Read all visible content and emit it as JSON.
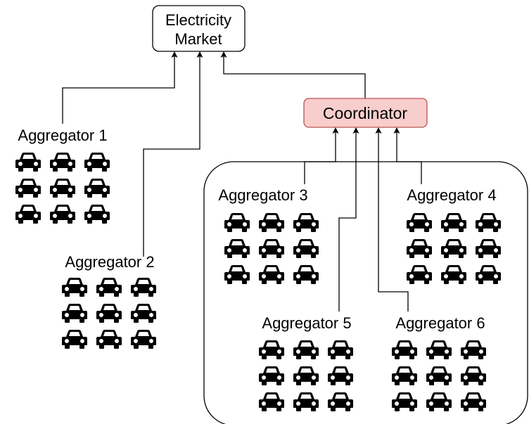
{
  "market": {
    "line1": "Electricity",
    "line2": "Market"
  },
  "coordinator": {
    "label": "Coordinator",
    "fill": "#f8cecc",
    "stroke": "#b85450"
  },
  "aggregators": [
    {
      "id": "agg1",
      "label": "Aggregator 1",
      "cars": 9
    },
    {
      "id": "agg2",
      "label": "Aggregator 2",
      "cars": 9
    },
    {
      "id": "agg3",
      "label": "Aggregator 3",
      "cars": 9
    },
    {
      "id": "agg4",
      "label": "Aggregator 4",
      "cars": 9
    },
    {
      "id": "agg5",
      "label": "Aggregator 5",
      "cars": 9
    },
    {
      "id": "agg6",
      "label": "Aggregator 6",
      "cars": 9
    }
  ],
  "icons": {
    "vehicle": "car-icon",
    "arrow": "arrowhead-up-icon"
  },
  "edges": [
    {
      "from": "agg1",
      "to": "market"
    },
    {
      "from": "agg2",
      "to": "market"
    },
    {
      "from": "coordinator",
      "to": "market"
    },
    {
      "from": "agg3",
      "to": "coordinator"
    },
    {
      "from": "agg4",
      "to": "coordinator"
    },
    {
      "from": "agg5",
      "to": "coordinator"
    },
    {
      "from": "agg6",
      "to": "coordinator"
    }
  ]
}
